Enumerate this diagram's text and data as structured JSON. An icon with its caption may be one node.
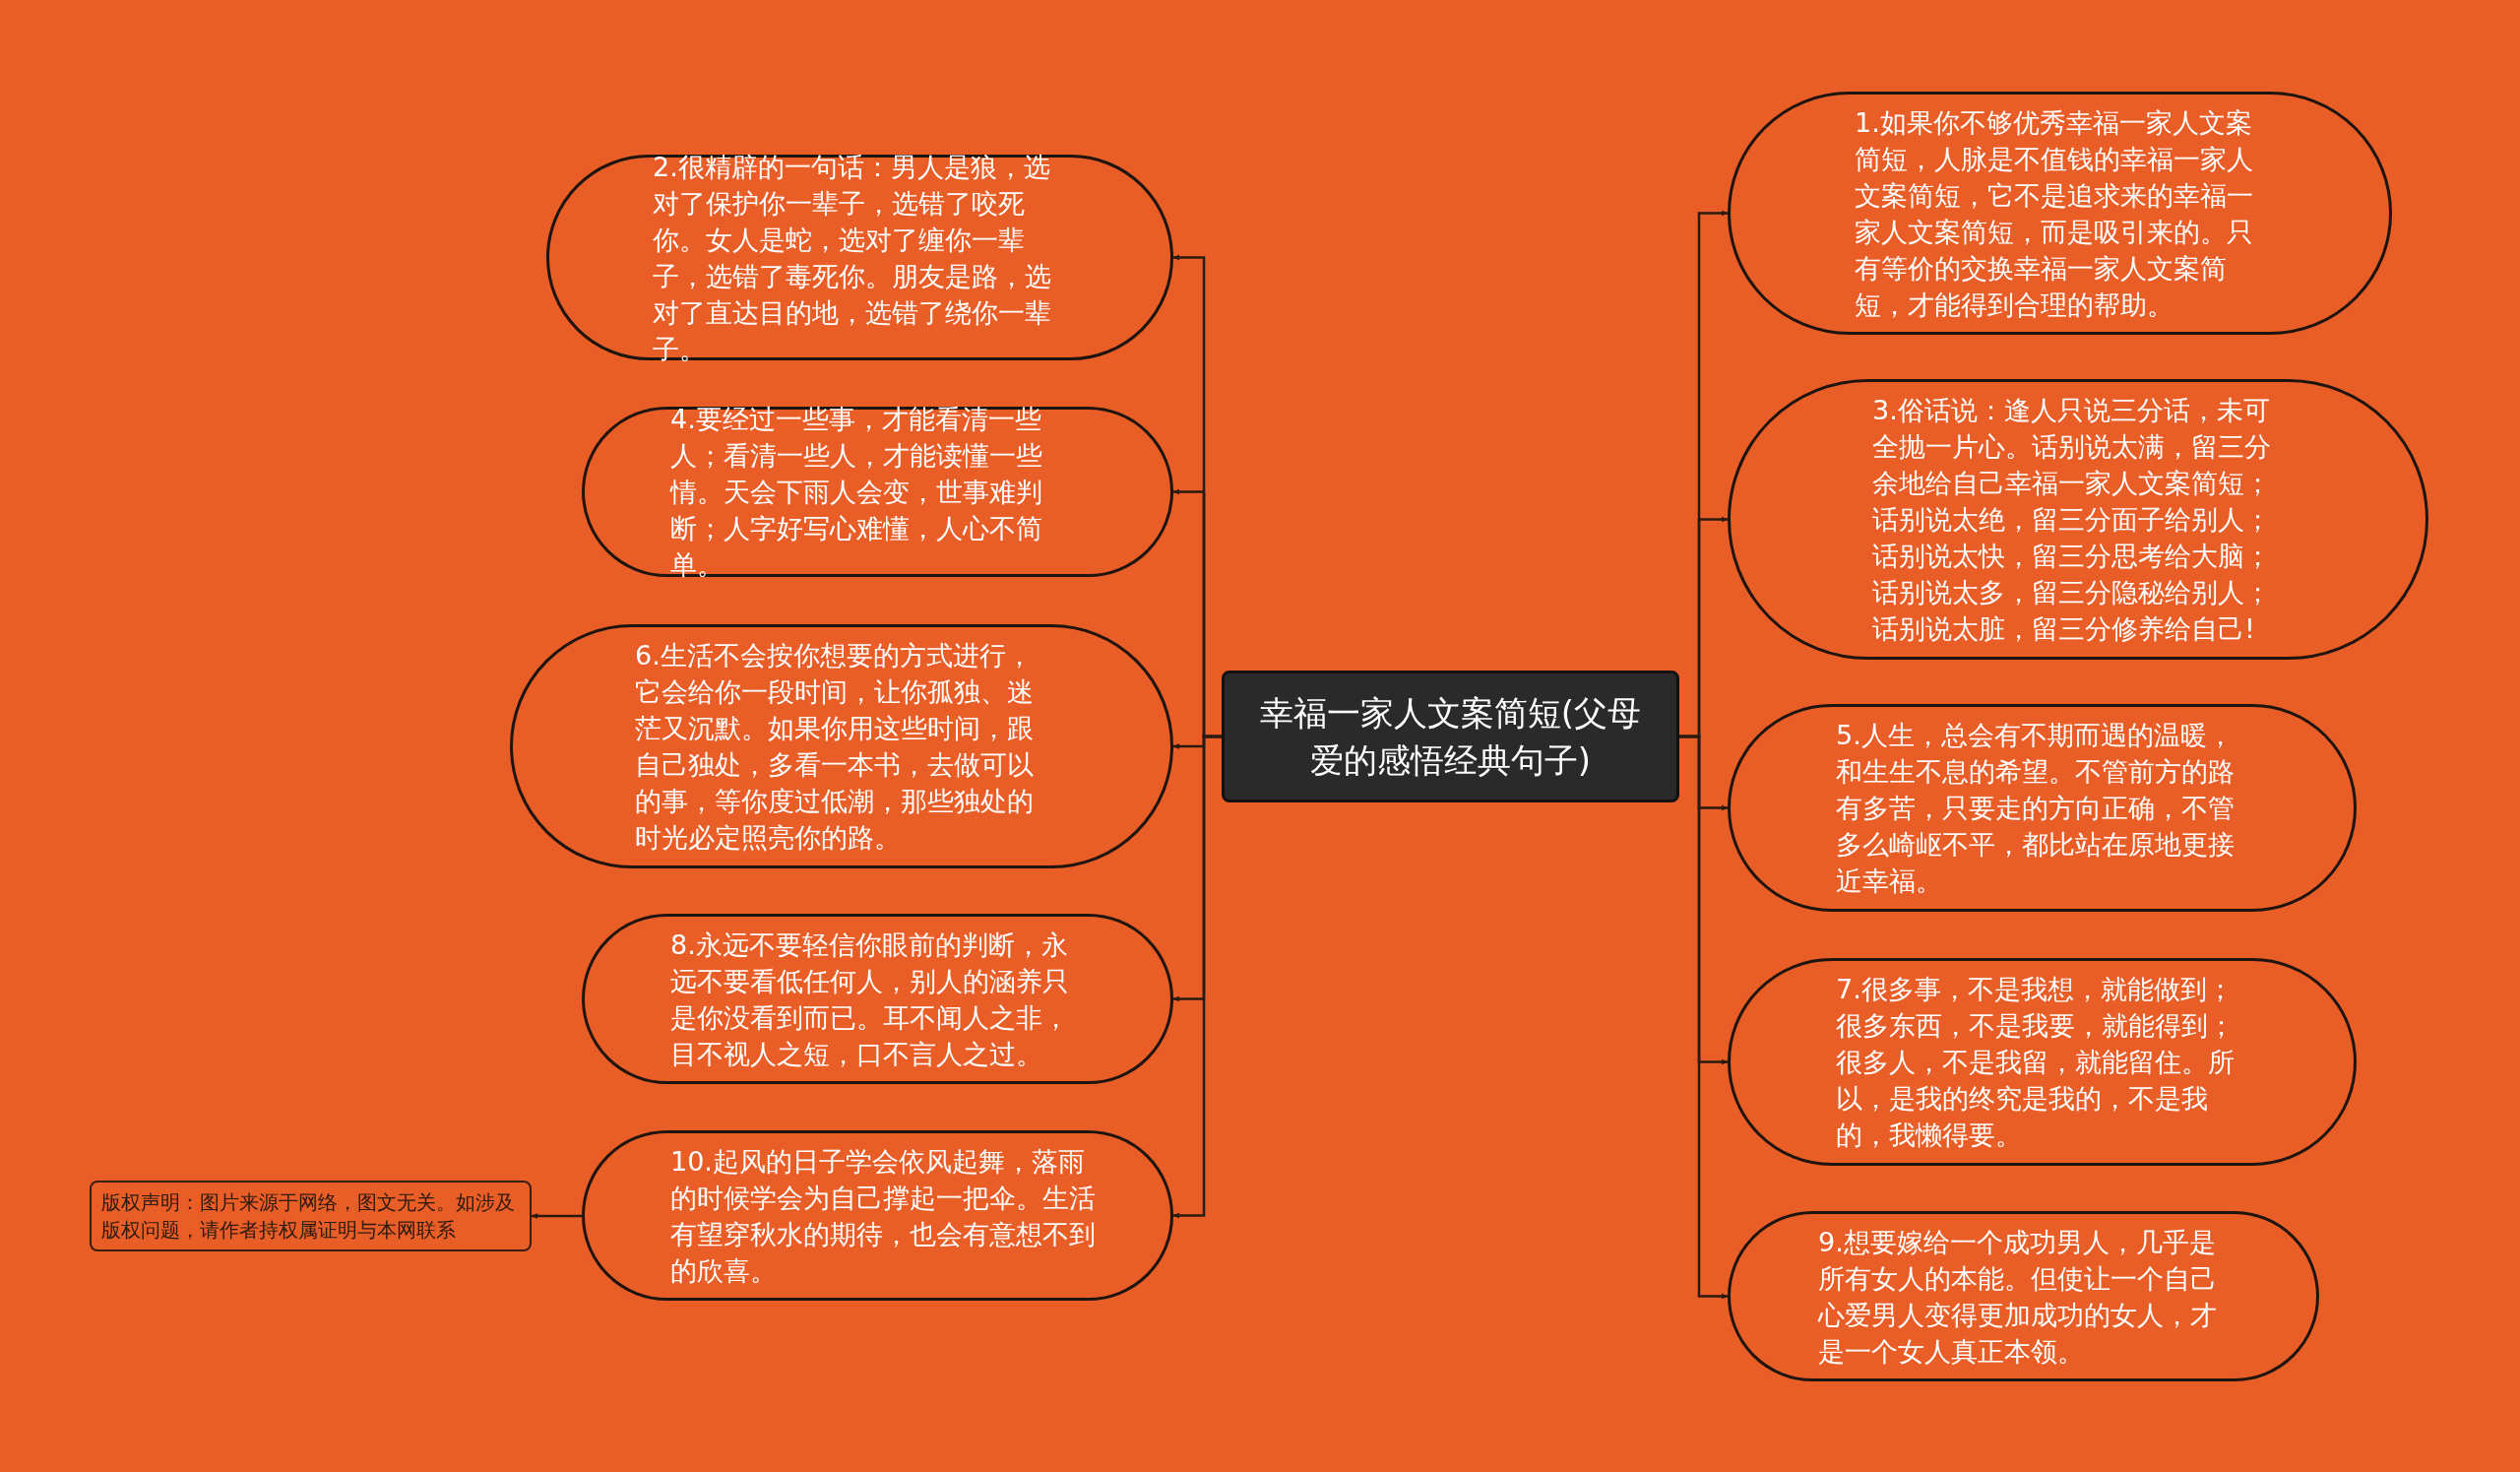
{
  "diagram": {
    "nodes": [
      {
        "text": [
          "幸福一家人文案简短(父母爱的感悟经典句子)"
        ]
      },
      {
        "text": [
          "1.如果你不够优秀幸福一家人文案简短，人脉是不值钱的幸福一家人文案简短，它不是追求来的幸福一家人文案简短，而是吸引来的。只有等价的交换幸福一家人文案简短，才能得到合理的帮助。"
        ]
      },
      {
        "text": [
          "2.很精辟的一句话：男人是狼，选对了保护你一辈子，选错了咬死你。女人是蛇，选对了缠你一辈子，选错了毒死你。朋友是路，选对了直达目的地，选错了绕你一辈子。"
        ]
      },
      {
        "text": [
          "3.俗话说：逢人只说三分话，未可全抛一片心。话别说太满，留三分余地给自己幸福一家人文案简短；话别说太绝，留三分面子给别人；话别说太快，留三分思考给大脑；话别说太多，留三分隐秘给别人；话别说太脏，留三分修养给自己!"
        ]
      },
      {
        "text": [
          "4.要经过一些事，才能看清一些人；看清一些人，才能读懂一些情。天会下雨人会变，世事难判断；人字好写心难懂，人心不简单。"
        ]
      },
      {
        "text": [
          "5.人生，总会有不期而遇的温暖，和生生不息的希望。不管前方的路有多苦，只要走的方向正确，不管多么崎岖不平，都比站在原地更接近幸福。"
        ]
      },
      {
        "text": [
          "6.生活不会按你想要的方式进行，它会给你一段时间，让你孤独、迷茫又沉默。如果你用这些时间，跟自己独处，多看一本书，去做可以的事，等你度过低潮，那些独处的时光必定照亮你的路。"
        ]
      },
      {
        "text": [
          "7.很多事，不是我想，就能做到；很多东西，不是我要，就能得到；很多人，不是我留，就能留住。所以，是我的终究是我的，不是我的，我懒得要。"
        ]
      },
      {
        "text": [
          "8.永远不要轻信你眼前的判断，永远不要看低任何人，别人的涵养只是你没看到而已。耳不闻人之非，目不视人之短，口不言人之过。"
        ]
      },
      {
        "text": [
          "9.想要嫁给一个成功男人，几乎是所有女人的本能。但使让一个自己心爱男人变得更加成功的女人，才是一个女人真正本领。"
        ]
      },
      {
        "text": [
          "10.起风的日子学会依风起舞，落雨的时候学会为自己撑起一把伞。生活有望穿秋水的期待，也会有意想不到的欣喜。"
        ]
      },
      {
        "text": [
          "版权声明：图片来源于网络，图文无关。如涉及版权问题，请作者持权属证明与本网联系"
        ]
      }
    ],
    "edges": [
      {
        "from": 0,
        "to": 1,
        "arrow": "to"
      },
      {
        "from": 0,
        "to": 2,
        "arrow": "to"
      },
      {
        "from": 0,
        "to": 3,
        "arrow": "to"
      },
      {
        "from": 0,
        "to": 4,
        "arrow": "to"
      },
      {
        "from": 0,
        "to": 5,
        "arrow": "to"
      },
      {
        "from": 0,
        "to": 6,
        "arrow": "to"
      },
      {
        "from": 0,
        "to": 7,
        "arrow": "to"
      },
      {
        "from": 0,
        "to": 8,
        "arrow": "to"
      },
      {
        "from": 0,
        "to": 9,
        "arrow": "to"
      },
      {
        "from": 0,
        "to": 10,
        "arrow": "to"
      },
      {
        "from": 10,
        "to": 11,
        "arrow": "to"
      }
    ]
  }
}
